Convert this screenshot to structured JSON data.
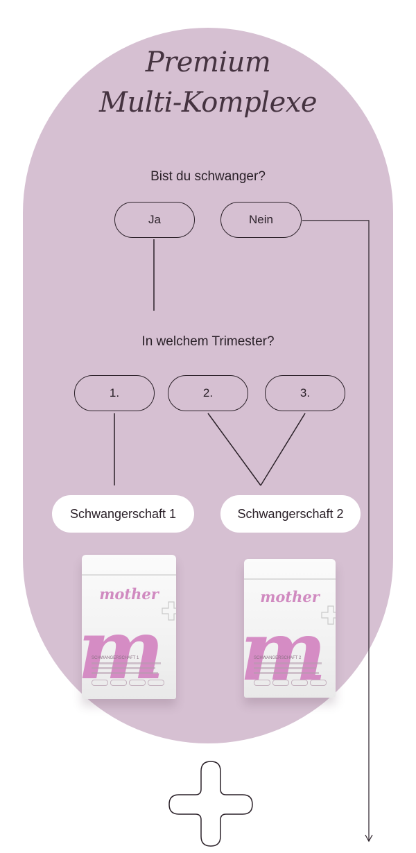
{
  "headline": {
    "line1": "Premium",
    "line2": "Multi-Komplexe"
  },
  "question1": {
    "text": "Bist du schwanger?",
    "options": [
      "Ja",
      "Nein"
    ]
  },
  "question2": {
    "text": "In welchem Trimester?",
    "options": [
      "1.",
      "2.",
      "3."
    ]
  },
  "results": [
    {
      "label": "Schwangerschaft 1",
      "product": {
        "brand": "mother",
        "letter": "m",
        "pack_label": "SCHWANGERSCHAFT 1"
      }
    },
    {
      "label": "Schwangerschaft 2",
      "product": {
        "brand": "mother",
        "letter": "m",
        "pack_label": "SCHWANGERSCHAFT 2"
      }
    }
  ],
  "colors": {
    "background": "#d6c0d2",
    "line": "#2a2028",
    "headline": "#453340",
    "accent": "#d07bbd"
  },
  "icons": {
    "bottom": "plus-outline-icon",
    "flow_arrow": "arrow-down-icon"
  }
}
